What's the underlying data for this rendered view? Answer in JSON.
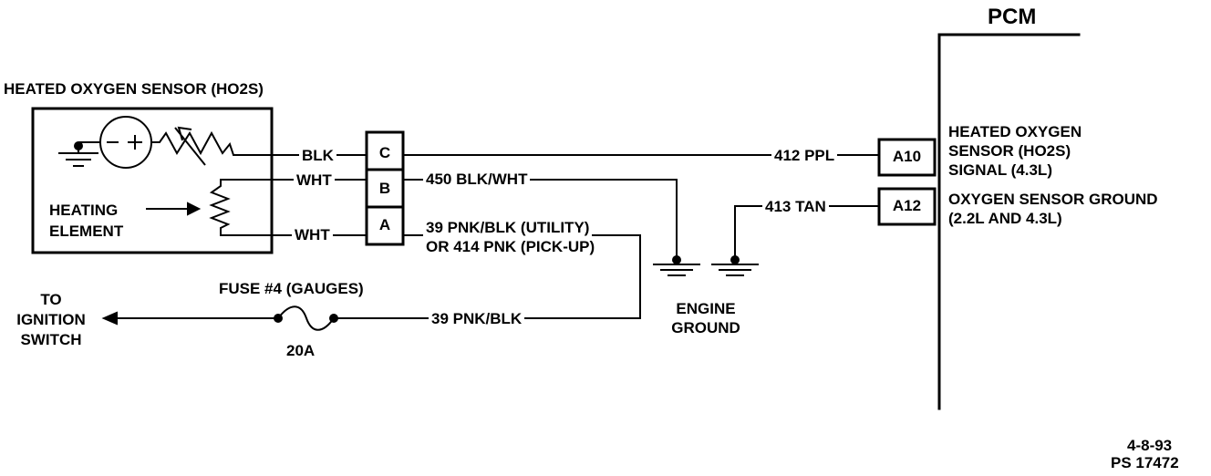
{
  "pcm": {
    "title": "PCM"
  },
  "sensor": {
    "title": "HEATED OXYGEN SENSOR (HO2S)",
    "heating_label_1": "HEATING",
    "heating_label_2": "ELEMENT"
  },
  "connector": {
    "pin_c": "C",
    "pin_b": "B",
    "pin_a": "A"
  },
  "wires": {
    "blk": "BLK",
    "wht_b": "WHT",
    "wht_a": "WHT",
    "ppl_412": "412 PPL",
    "blkwht_450": "450 BLK/WHT",
    "pnkblk_utility": "39 PNK/BLK (UTILITY)",
    "pnk_pickup": "OR 414 PNK (PICK-UP)",
    "tan_413": "413 TAN",
    "pnkblk_39": "39 PNK/BLK"
  },
  "pcm_pins": {
    "a10": "A10",
    "a12": "A12",
    "a10_desc_1": "HEATED OXYGEN",
    "a10_desc_2": "SENSOR (HO2S)",
    "a10_desc_3": "SIGNAL (4.3L)",
    "a12_desc_1": "OXYGEN SENSOR GROUND",
    "a12_desc_2": "(2.2L AND 4.3L)"
  },
  "fuse": {
    "name": "FUSE #4 (GAUGES)",
    "rating": "20A"
  },
  "ignition": {
    "line1": "TO",
    "line2": "IGNITION",
    "line3": "SWITCH"
  },
  "ground": {
    "line1": "ENGINE",
    "line2": "GROUND"
  },
  "footer": {
    "date": "4-8-93",
    "ref": "PS 17472"
  }
}
